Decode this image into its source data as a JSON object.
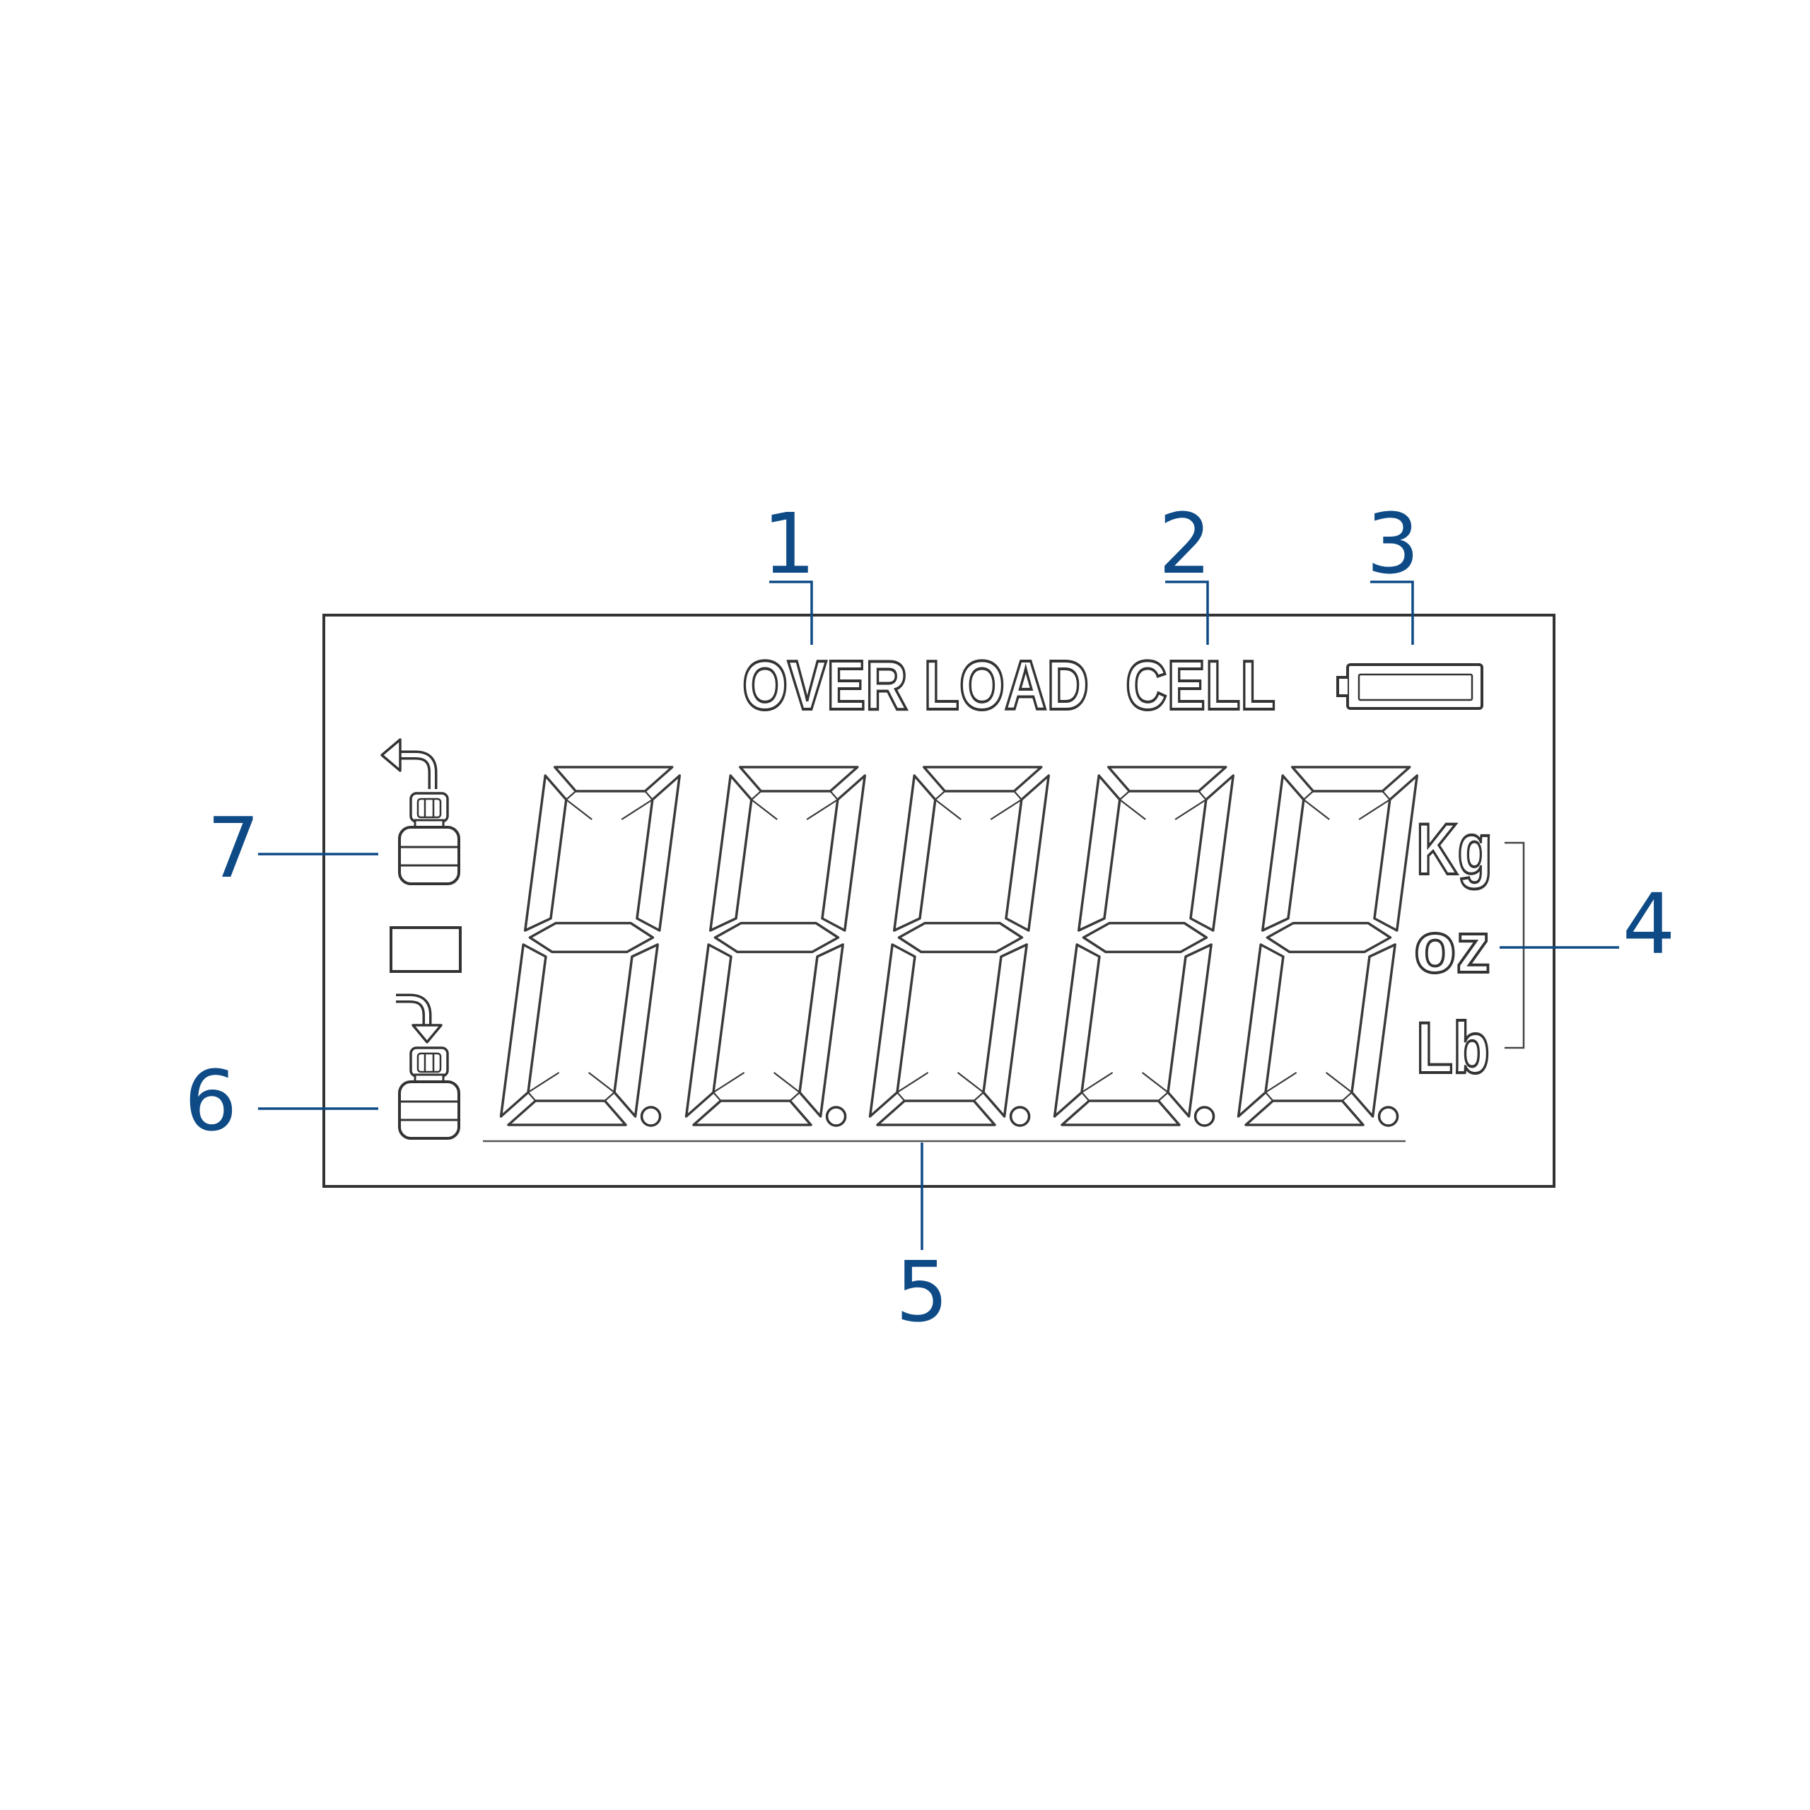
{
  "display": {
    "overload_label": "OVER LOAD",
    "cell_label": "CELL",
    "units": [
      "Kg",
      "oz",
      "Lb"
    ],
    "digit_count": 5
  },
  "callouts": [
    {
      "id": "1",
      "label": "1"
    },
    {
      "id": "2",
      "label": "2"
    },
    {
      "id": "3",
      "label": "3"
    },
    {
      "id": "4",
      "label": "4"
    },
    {
      "id": "5",
      "label": "5"
    },
    {
      "id": "6",
      "label": "6"
    },
    {
      "id": "7",
      "label": "7"
    }
  ],
  "icons": {
    "battery": "battery-icon",
    "weight_top": "weight-arrow-up-icon",
    "weight_bottom": "weight-arrow-down-icon",
    "square": "stable-indicator-square"
  },
  "colors": {
    "callout": "#0d4a86",
    "lcd_line": "#333333"
  }
}
